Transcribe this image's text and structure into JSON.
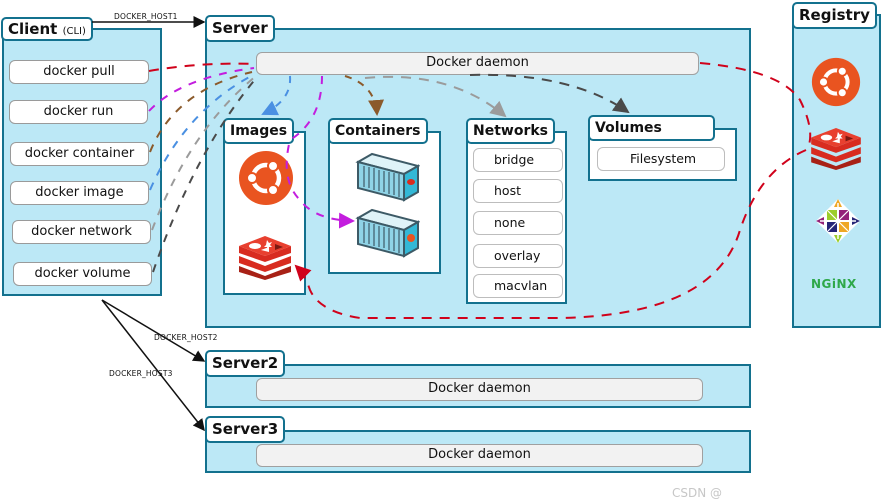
{
  "client": {
    "title": "Client",
    "subtitle": "(CLI)",
    "commands": [
      {
        "label": "docker pull",
        "color": "#d0021b"
      },
      {
        "label": "docker run",
        "color": "#c31dde"
      },
      {
        "label": "docker container",
        "color": "#8b5a2b"
      },
      {
        "label": "docker image",
        "color": "#4a90e2"
      },
      {
        "label": "docker network",
        "color": "#9b9b9b"
      },
      {
        "label": "docker volume",
        "color": "#4a4a4a"
      }
    ]
  },
  "connections": {
    "host1": "DOCKER_HOST1",
    "host2": "DOCKER_HOST2",
    "host3": "DOCKER_HOST3"
  },
  "server": {
    "title": "Server",
    "daemon": "Docker daemon",
    "images": {
      "title": "Images",
      "items": [
        "ubuntu-icon",
        "redis-icon"
      ]
    },
    "containers": {
      "title": "Containers",
      "items": [
        "container-ubuntu-icon",
        "container-redis-icon"
      ]
    },
    "networks": {
      "title": "Networks",
      "items": [
        "bridge",
        "host",
        "none",
        "overlay",
        "macvlan"
      ]
    },
    "volumes": {
      "title": "Volumes",
      "items": [
        "Filesystem"
      ]
    }
  },
  "server2": {
    "title": "Server2",
    "daemon": "Docker daemon"
  },
  "server3": {
    "title": "Server3",
    "daemon": "Docker daemon"
  },
  "registry": {
    "title": "Registry",
    "items": [
      "ubuntu-icon",
      "redis-icon",
      "centos-icon",
      "nginx-logo"
    ],
    "nginx_text": "NGiNX"
  },
  "colors": {
    "panel_fill": "#bce8f6",
    "panel_border": "#13718e",
    "ubuntu": "#e95420",
    "redis": "#d82c20"
  },
  "watermark": "CSDN @"
}
